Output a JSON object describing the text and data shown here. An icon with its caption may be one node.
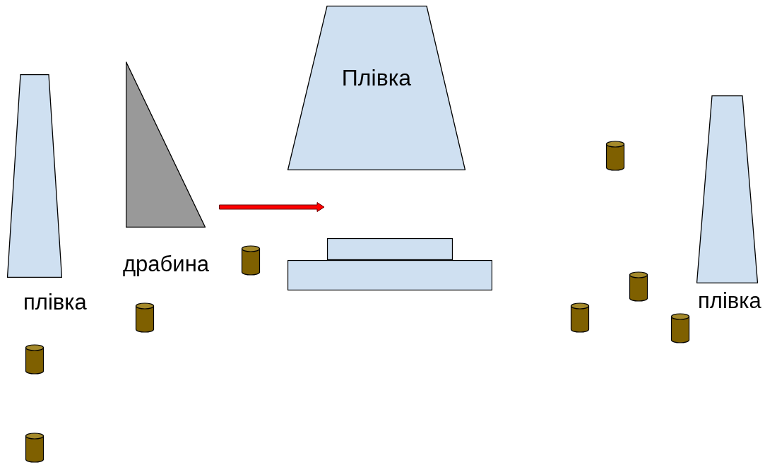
{
  "diagram": {
    "nodes": [
      {
        "text": [],
        "shape": "trapezoid",
        "beside": [
          "плівка"
        ]
      },
      {
        "text": [],
        "shape": "triangle",
        "beside": [
          "драбина"
        ]
      },
      {
        "text": [
          "Плівка"
        ]
      },
      {
        "text": [],
        "shape": "box"
      },
      {
        "text": [],
        "shape": "box"
      },
      {
        "text": [],
        "shape": "trapezoid",
        "beside": [
          "плівка"
        ]
      }
    ]
  }
}
